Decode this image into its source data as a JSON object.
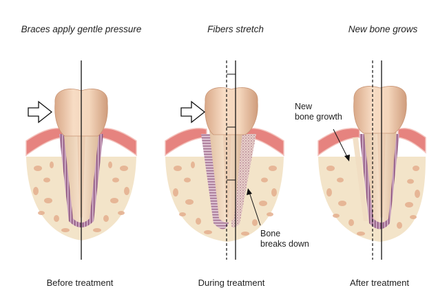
{
  "panels": [
    {
      "heading": "Braces apply gentle pressure",
      "caption": "Before treatment"
    },
    {
      "heading": "Fibers stretch",
      "caption": "During treatment",
      "annotation": {
        "line1": "Bone",
        "line2": "breaks down"
      }
    },
    {
      "heading": "New bone grows",
      "caption": "After treatment",
      "annotation": {
        "line1": "New",
        "line2": "bone growth"
      }
    }
  ],
  "colors": {
    "gum": "#e6837f",
    "gum_edge": "#f4c3bd",
    "bone": "#f3e4c9",
    "bone_hole": "#e4ae8e",
    "root_base": "#b88aa8",
    "ligament": "#8a5078",
    "crown": "#f2d3b8",
    "crown_shade": "#d9a888",
    "pulp": "#f6e2cc",
    "guide_line": "#111111"
  },
  "icons": [
    "pressure-arrow-icon",
    "tooth-illustration"
  ]
}
